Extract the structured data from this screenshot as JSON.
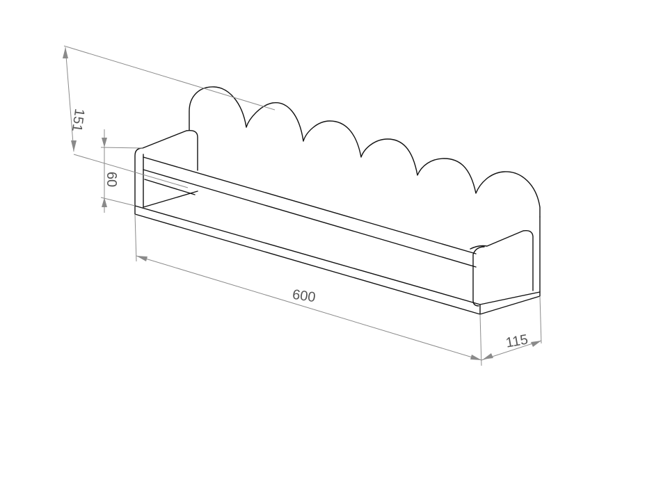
{
  "drawing": {
    "dimensions": {
      "height_total": "151",
      "side_height": "60",
      "length": "600",
      "depth": "115"
    },
    "colors": {
      "outline": "#111111",
      "dimension_line": "#8a8a8a",
      "dimension_text": "#555555"
    }
  }
}
